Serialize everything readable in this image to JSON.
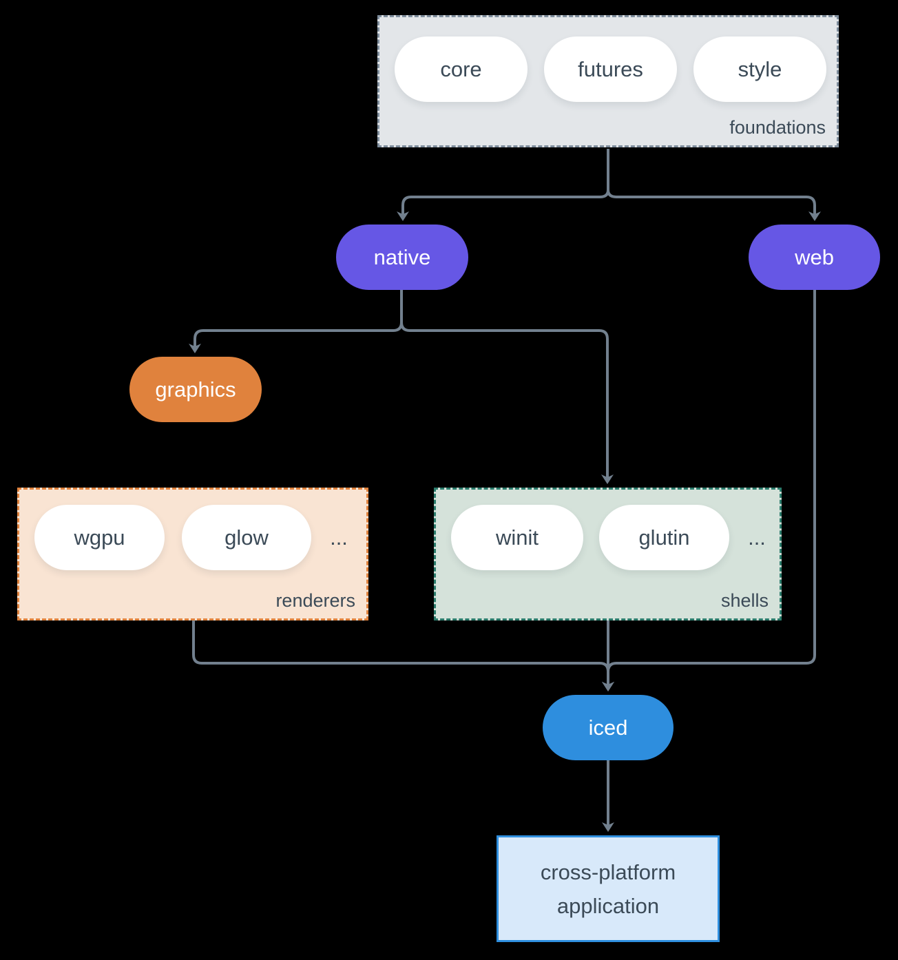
{
  "diagram": {
    "background": "#000000",
    "colors": {
      "arrow": "#72808e",
      "node_purple": "#6657e5",
      "node_orange": "#e0823d",
      "node_blue": "#2e8ede",
      "foundations_fill": "#e3e6e9",
      "foundations_border": "#7e8d9c",
      "renderers_fill": "#f9e4d3",
      "renderers_border": "#e0823d",
      "shells_fill": "#d5e2da",
      "shells_border": "#2b7c6c",
      "application_fill": "#d8e9fa",
      "application_border": "#2e8ede",
      "dark_text": "#3b4a57"
    },
    "foundations": {
      "label": "foundations",
      "pills": [
        "core",
        "futures",
        "style"
      ]
    },
    "native": {
      "label": "native"
    },
    "web": {
      "label": "web"
    },
    "graphics": {
      "label": "graphics"
    },
    "renderers": {
      "label": "renderers",
      "pills": [
        "wgpu",
        "glow"
      ],
      "ellipsis": "..."
    },
    "shells": {
      "label": "shells",
      "pills": [
        "winit",
        "glutin"
      ],
      "ellipsis": "..."
    },
    "iced": {
      "label": "iced"
    },
    "application": {
      "label": "cross-platform application"
    }
  }
}
